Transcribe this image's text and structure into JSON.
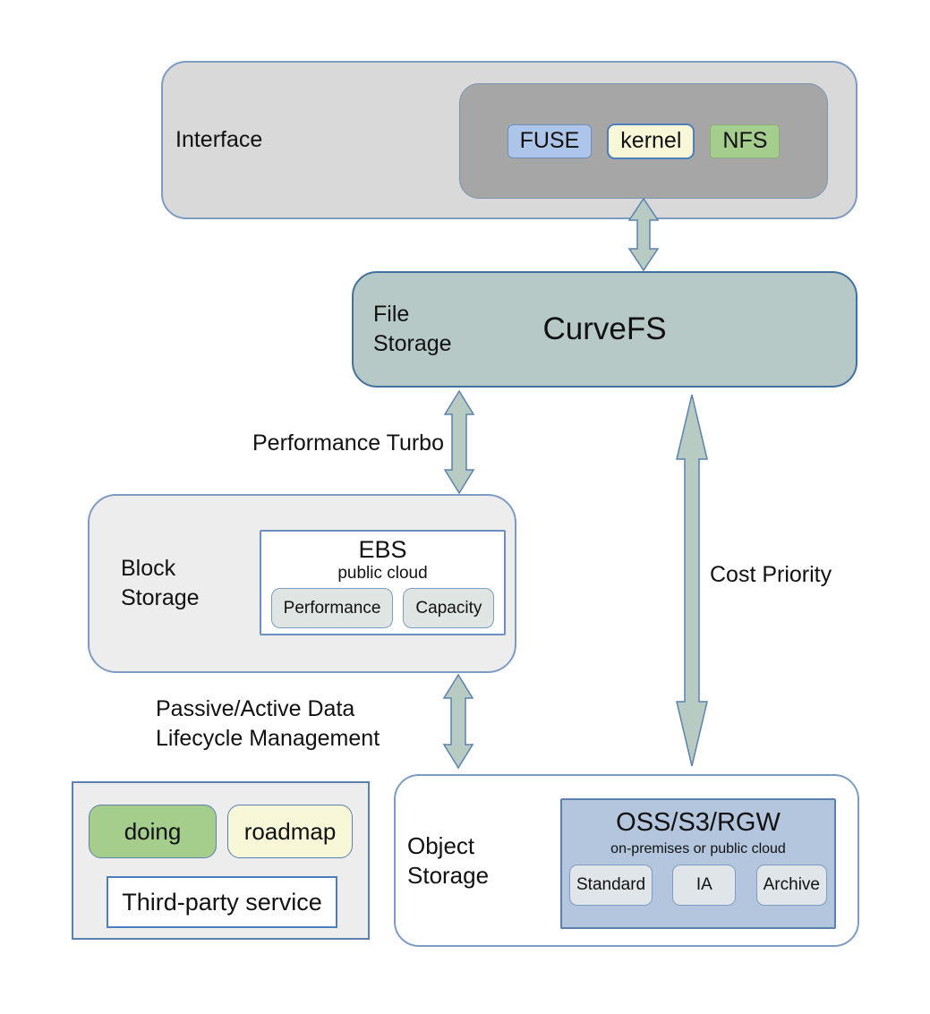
{
  "interface": {
    "label": "Interface",
    "badges": [
      {
        "label": "FUSE"
      },
      {
        "label": "kernel"
      },
      {
        "label": "NFS"
      }
    ]
  },
  "file_storage": {
    "category": "File\nStorage",
    "title": "CurveFS"
  },
  "block_storage": {
    "category": "Block\nStorage",
    "ebs": {
      "title": "EBS",
      "subtitle": "public cloud",
      "tiers": [
        {
          "label": "Performance"
        },
        {
          "label": "Capacity"
        }
      ]
    }
  },
  "object_storage": {
    "category": "Object\nStorage",
    "oss": {
      "title": "OSS/S3/RGW",
      "subtitle": "on-premises or public cloud",
      "tiers": [
        {
          "label": "Standard"
        },
        {
          "label": "IA"
        },
        {
          "label": "Archive"
        }
      ]
    }
  },
  "connections": {
    "performance_turbo": "Performance Turbo",
    "lifecycle": "Passive/Active Data\nLifecycle Management",
    "cost_priority": "Cost Priority"
  },
  "legend": {
    "doing": "doing",
    "roadmap": "roadmap",
    "third_party": "Third-party service"
  },
  "colors": {
    "interface_fill": "#d9d9d9",
    "interface_inner_fill": "#a6a6a6",
    "curvefs_fill": "#b7c9c7",
    "block_fill": "#ededed",
    "ebs_fill": "#ffffff",
    "object_fill": "#ffffff",
    "oss_fill": "#b4c6dd",
    "tier_fill": "#dee5e3",
    "fuse_fill": "#adc5e8",
    "kernel_fill": "#f8f8d8",
    "nfs_fill": "#a5cd8d",
    "doing_fill": "#a5cd8c",
    "roadmap_fill": "#f8f8d8",
    "arrow_fill": "#b8cbc3",
    "border_blue": "#5b81ae"
  }
}
